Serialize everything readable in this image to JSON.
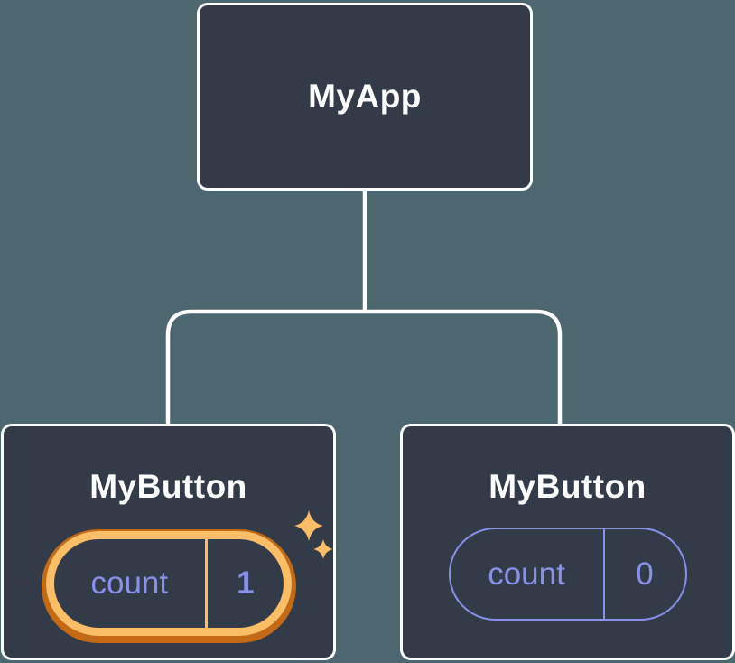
{
  "diagram": {
    "type": "component-tree",
    "root": {
      "label": "MyApp"
    },
    "children": [
      {
        "label": "MyButton",
        "state": {
          "key": "count",
          "value": "1"
        },
        "highlighted": true
      },
      {
        "label": "MyButton",
        "state": {
          "key": "count",
          "value": "0"
        },
        "highlighted": false
      }
    ],
    "colors": {
      "background": "#4D6770",
      "card_background": "#343B48",
      "card_border": "#FFFFFF",
      "connector_line": "#FFFFFF",
      "state_purple": "#8791E8",
      "highlight_gold": "#FBBD66",
      "highlight_dark_orange": "#C56A14",
      "label_text": "#FFFFFF"
    }
  }
}
